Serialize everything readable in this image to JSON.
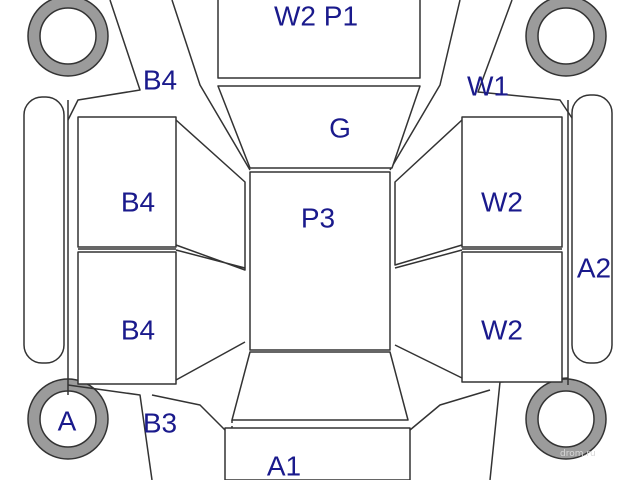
{
  "colors": {
    "label": "#1a1a8c",
    "outline": "#333333",
    "tire": "#9b9b9b",
    "hub": "#ffffff"
  },
  "icons": {
    "wheels": [
      "tire-icon",
      "tire-icon",
      "tire-icon",
      "tire-icon"
    ]
  },
  "labels": {
    "roof_top": "W2 P1",
    "left_top": "B4",
    "right_top": "W1",
    "hood": "G",
    "center": "P3",
    "left_front_door": "B4",
    "left_rear_door": "B4",
    "right_front_door": "W2",
    "right_rear_door": "W2",
    "right_side": "A2",
    "left_rear_wheel": "A",
    "left_bottom": "B3",
    "rear": "A1"
  },
  "watermark": {
    "text": "drom.ru"
  }
}
